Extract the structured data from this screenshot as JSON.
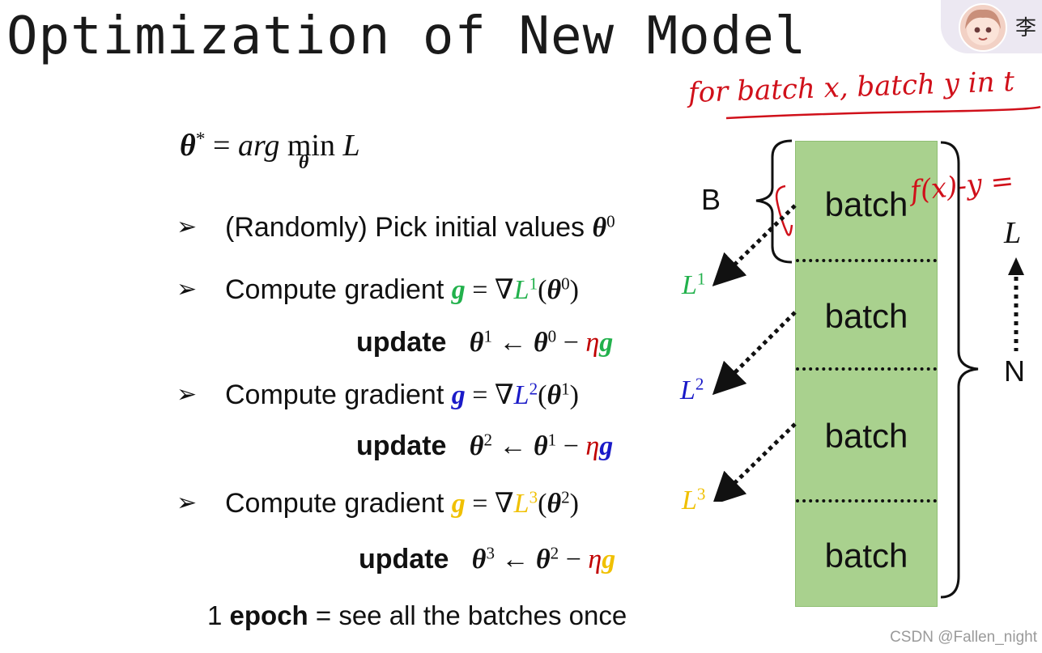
{
  "title": "Optimization of New Model",
  "objective": {
    "lhs": "θ",
    "lhs_sup": "*",
    "eq": " = ",
    "arg": "arg",
    "min": "min",
    "min_sub": "θ",
    "L": "L"
  },
  "steps": [
    {
      "text": "(Randomly) Pick initial values ",
      "theta": "θ",
      "sup": "0"
    },
    {
      "text": "Compute gradient ",
      "g": "g",
      "eq": " = ∇",
      "L": "L",
      "Lsup": "1",
      "open": "(",
      "theta": "θ",
      "tsup": "0",
      "close": ")",
      "side_L": "L",
      "side_sup": "1",
      "color": "green"
    },
    {
      "text": "Compute gradient ",
      "g": "g",
      "eq": " = ∇",
      "L": "L",
      "Lsup": "2",
      "open": "(",
      "theta": "θ",
      "tsup": "1",
      "close": ")",
      "side_L": "L",
      "side_sup": "2",
      "color": "blue"
    },
    {
      "text": "Compute gradient ",
      "g": "g",
      "eq": " = ∇",
      "L": "L",
      "Lsup": "3",
      "open": "(",
      "theta": "θ",
      "tsup": "2",
      "close": ")",
      "side_L": "L",
      "side_sup": "3",
      "color": "yellow"
    }
  ],
  "updates": [
    {
      "label": "update",
      "theta_new": "θ",
      "new_sup": "1",
      "arrow": " ← ",
      "theta_old": "θ",
      "old_sup": "0",
      "minus": " − ",
      "eta": "η",
      "g": "g"
    },
    {
      "label": "update",
      "theta_new": "θ",
      "new_sup": "2",
      "arrow": " ← ",
      "theta_old": "θ",
      "old_sup": "1",
      "minus": " − ",
      "eta": "η",
      "g": "g"
    },
    {
      "label": "update",
      "theta_new": "θ",
      "new_sup": "3",
      "arrow": " ← ",
      "theta_old": "θ",
      "old_sup": "2",
      "minus": " − ",
      "eta": "η",
      "g": "g"
    }
  ],
  "epoch": {
    "pre": "1 ",
    "bold": "epoch",
    "post": " = see all the batches once"
  },
  "batches": [
    "batch",
    "batch",
    "batch",
    "batch"
  ],
  "labels": {
    "B": "B",
    "N": "N",
    "L": "L"
  },
  "handwriting": {
    "top": "for batch x, batch y in t",
    "side": "f(x)-y ="
  },
  "avatar": {
    "name": "李"
  },
  "watermark": "CSDN @Fallen_night",
  "colors": {
    "green": "#22b14c",
    "blue": "#1a1ac8",
    "yellow": "#f0c000",
    "red": "#c00000",
    "batch_fill": "#a9d18e",
    "ink": "#d0101a"
  }
}
